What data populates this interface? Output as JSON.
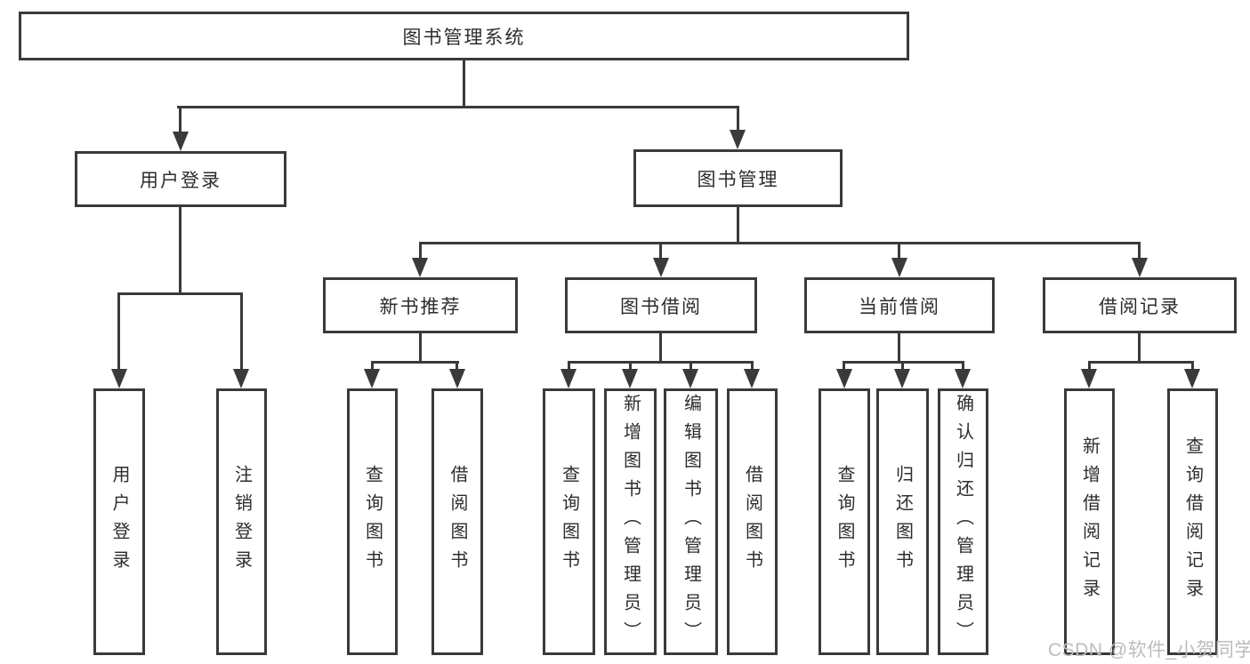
{
  "tree": {
    "root": {
      "label": "图书管理系统"
    },
    "login_branch": {
      "label": "用户登录",
      "leaves": [
        {
          "label": "用户登录"
        },
        {
          "label": "注销登录"
        }
      ]
    },
    "mgmt_branch": {
      "label": "图书管理",
      "groups": [
        {
          "label": "新书推荐",
          "leaves": [
            {
              "label": "查询图书"
            },
            {
              "label": "借阅图书"
            }
          ]
        },
        {
          "label": "图书借阅",
          "leaves": [
            {
              "label": "查询图书"
            },
            {
              "label": "新增图书（管理员）"
            },
            {
              "label": "编辑图书（管理员）"
            },
            {
              "label": "借阅图书"
            }
          ]
        },
        {
          "label": "当前借阅",
          "leaves": [
            {
              "label": "查询图书"
            },
            {
              "label": "归还图书"
            },
            {
              "label": "确认归还（管理员）"
            }
          ]
        },
        {
          "label": "借阅记录",
          "leaves": [
            {
              "label": "新增借阅记录"
            },
            {
              "label": "查询借阅记录"
            }
          ]
        }
      ]
    }
  },
  "watermark": {
    "text": "CSDN @软件_小贺同学"
  },
  "colors": {
    "line": "#3a3a3a",
    "text": "#2d2d2d",
    "box_fill": "#ffffff",
    "background": "#ffffff",
    "watermark": "#bcbcbc"
  }
}
